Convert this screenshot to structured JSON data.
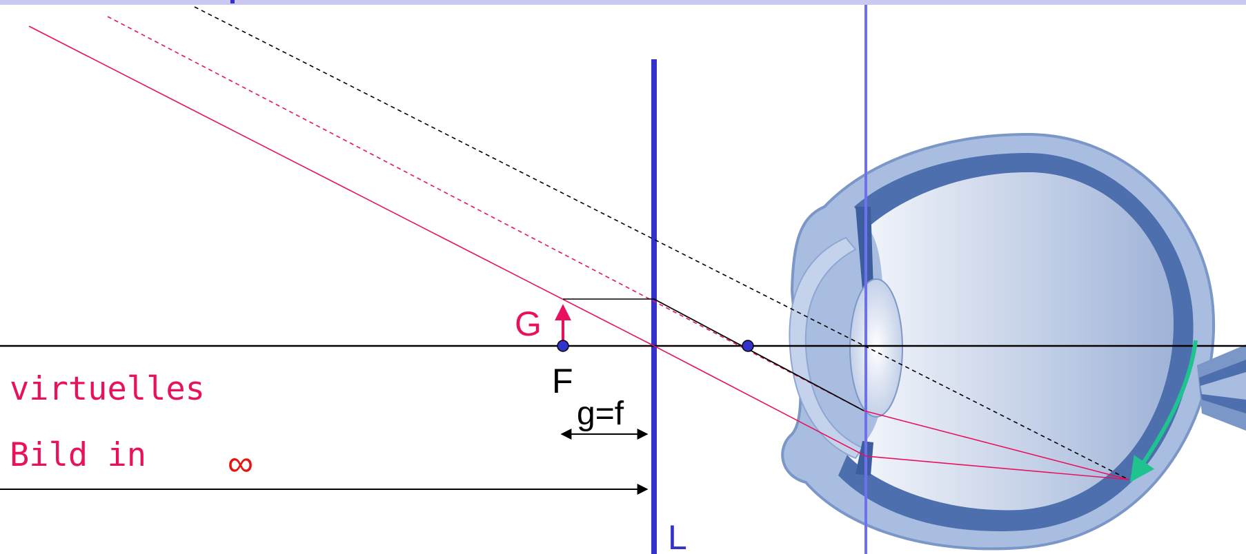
{
  "labels": {
    "G": "G",
    "F": "F",
    "g_eq_f": "g=f",
    "L": "L",
    "virtual_line1": "virtuelles",
    "virtual_line2": "Bild in",
    "infinity": "∞"
  },
  "colors": {
    "top_bar": "#c9c9f2",
    "lens": "#3333cc",
    "eye_plane": "#6f6ff2",
    "magenta": "#e8115e",
    "black": "#000000",
    "retina_arc": "#1ec38f",
    "focus_dot": "#3333cc",
    "infinity": "#e8120f",
    "eye_outer": "#7b97c8",
    "eye_mid": "#a9bde0",
    "eye_inner": "#d6e0f1"
  },
  "icons": {
    "eye": "eye-cross-section-icon",
    "object_arrow": "up-arrow-icon",
    "dimension_arrow": "double-arrow-icon",
    "infinity": "infinity-symbol"
  }
}
